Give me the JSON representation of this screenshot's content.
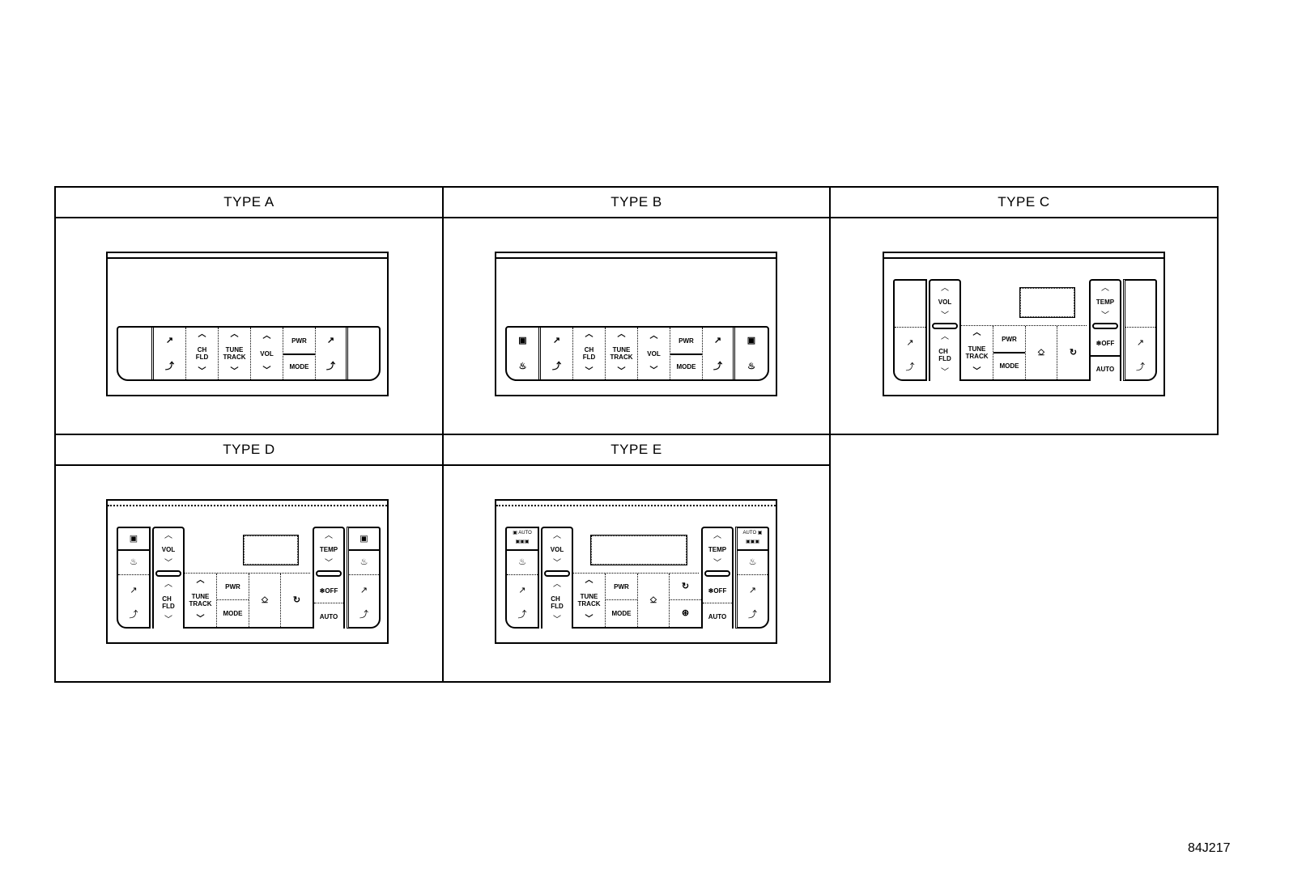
{
  "diagram": {
    "code": "84J217",
    "types": [
      {
        "id": "A",
        "label": "TYPE A"
      },
      {
        "id": "B",
        "label": "TYPE B"
      },
      {
        "id": "C",
        "label": "TYPE C"
      },
      {
        "id": "D",
        "label": "TYPE D"
      },
      {
        "id": "E",
        "label": "TYPE E"
      }
    ],
    "labels": {
      "ch": "CH",
      "fld": "FLD",
      "tune": "TUNE",
      "track": "TRACK",
      "vol": "VOL",
      "pwr": "PWR",
      "mode": "MODE",
      "temp": "TEMP",
      "off": "❄OFF",
      "auto": "AUTO",
      "auto_small": "AUTO",
      "up": "︿",
      "down": "﹀"
    },
    "icons": {
      "seat_back": "↗",
      "seat_tilt": "⤴",
      "seat_heat": "♨",
      "fan": "⊛",
      "defrost": "⎐",
      "recirc": "↻",
      "indicator": "▣"
    }
  }
}
